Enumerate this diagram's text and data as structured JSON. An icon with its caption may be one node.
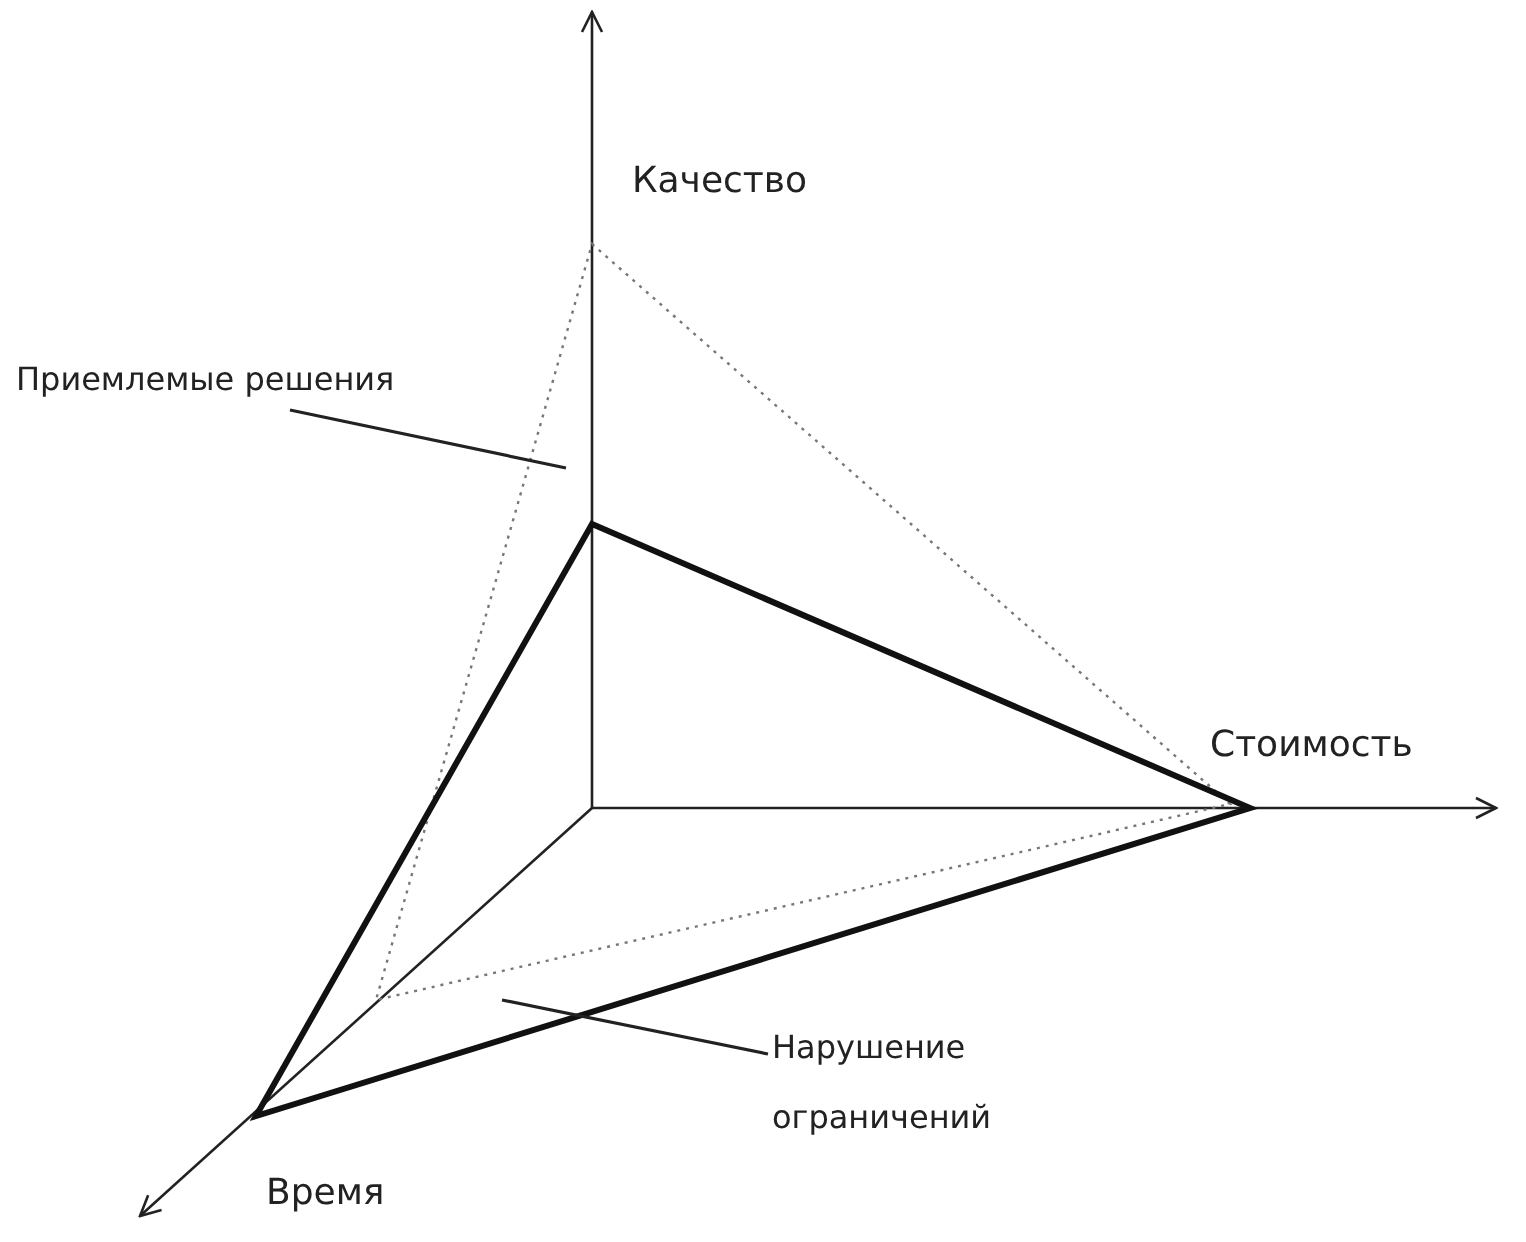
{
  "diagram": {
    "nodes": [
      {
        "text": [
          "Приемлемые решения"
        ]
      },
      {
        "text": [
          "Нарушение ограничений"
        ]
      }
    ],
    "edges": [
      {
        "from": 0,
        "to": null,
        "arrow": "none"
      },
      {
        "from": 1,
        "to": null,
        "arrow": "none"
      }
    ],
    "labels": [
      "Качество",
      "Стоимость",
      "Время"
    ]
  }
}
